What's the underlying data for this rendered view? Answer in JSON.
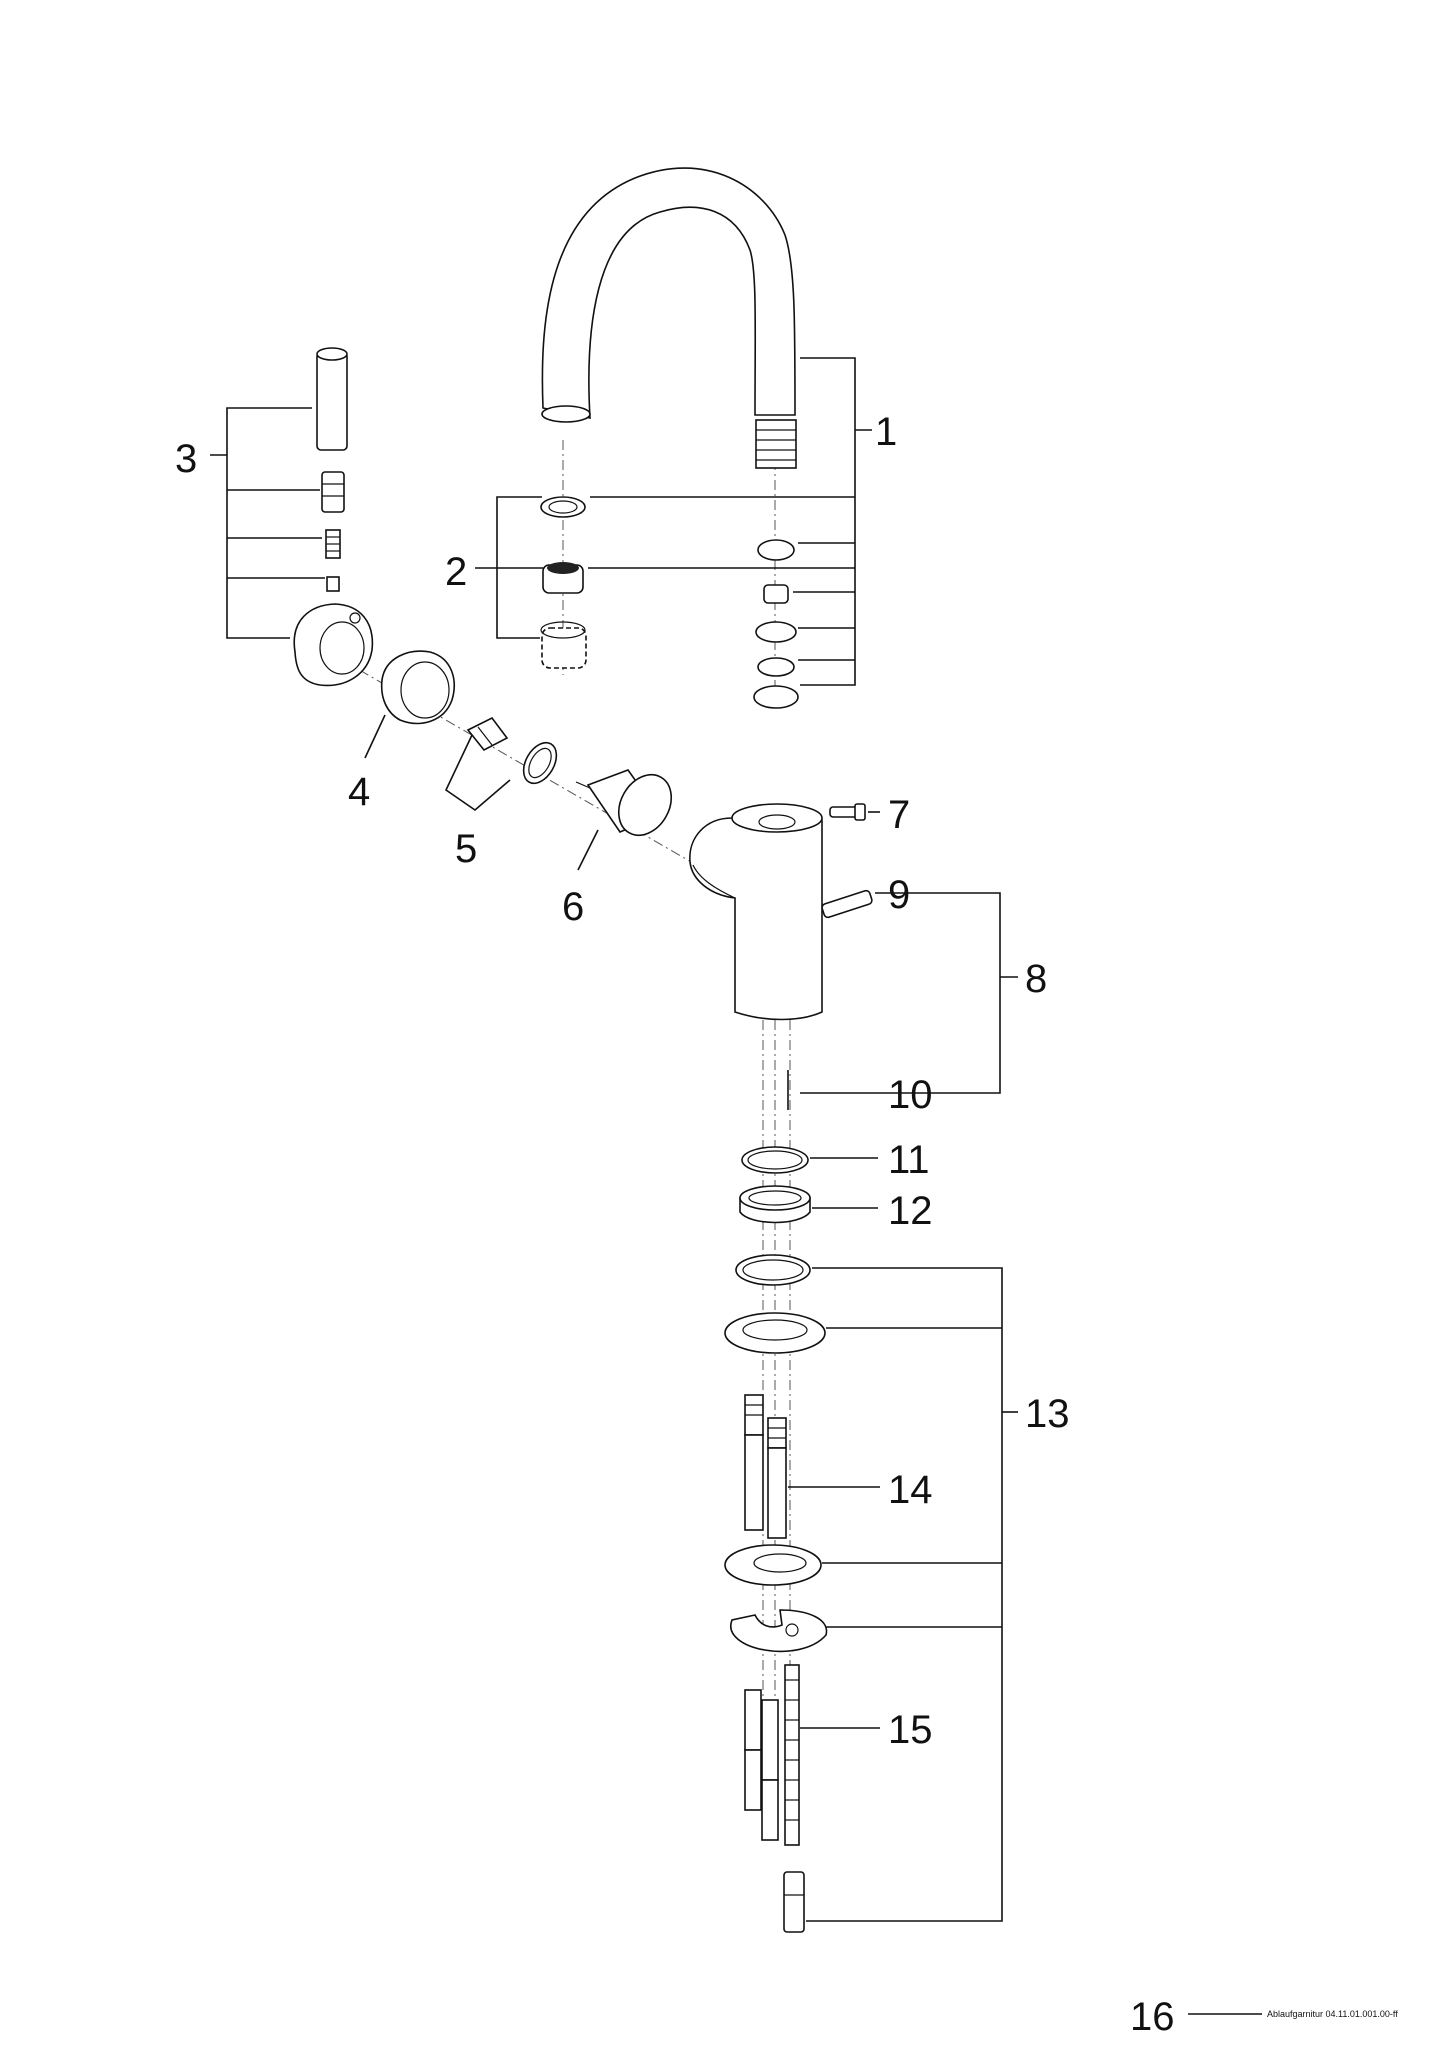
{
  "callouts": {
    "c1": "1",
    "c2": "2",
    "c3": "3",
    "c4": "4",
    "c5": "5",
    "c6": "6",
    "c7": "7",
    "c8": "8",
    "c9": "9",
    "c10": "10",
    "c11": "11",
    "c12": "12",
    "c13": "13",
    "c14": "14",
    "c15": "15",
    "c16": "16"
  },
  "footer": {
    "reference": "Ablaufgarnitur 04.11.01.001.00-ff"
  }
}
